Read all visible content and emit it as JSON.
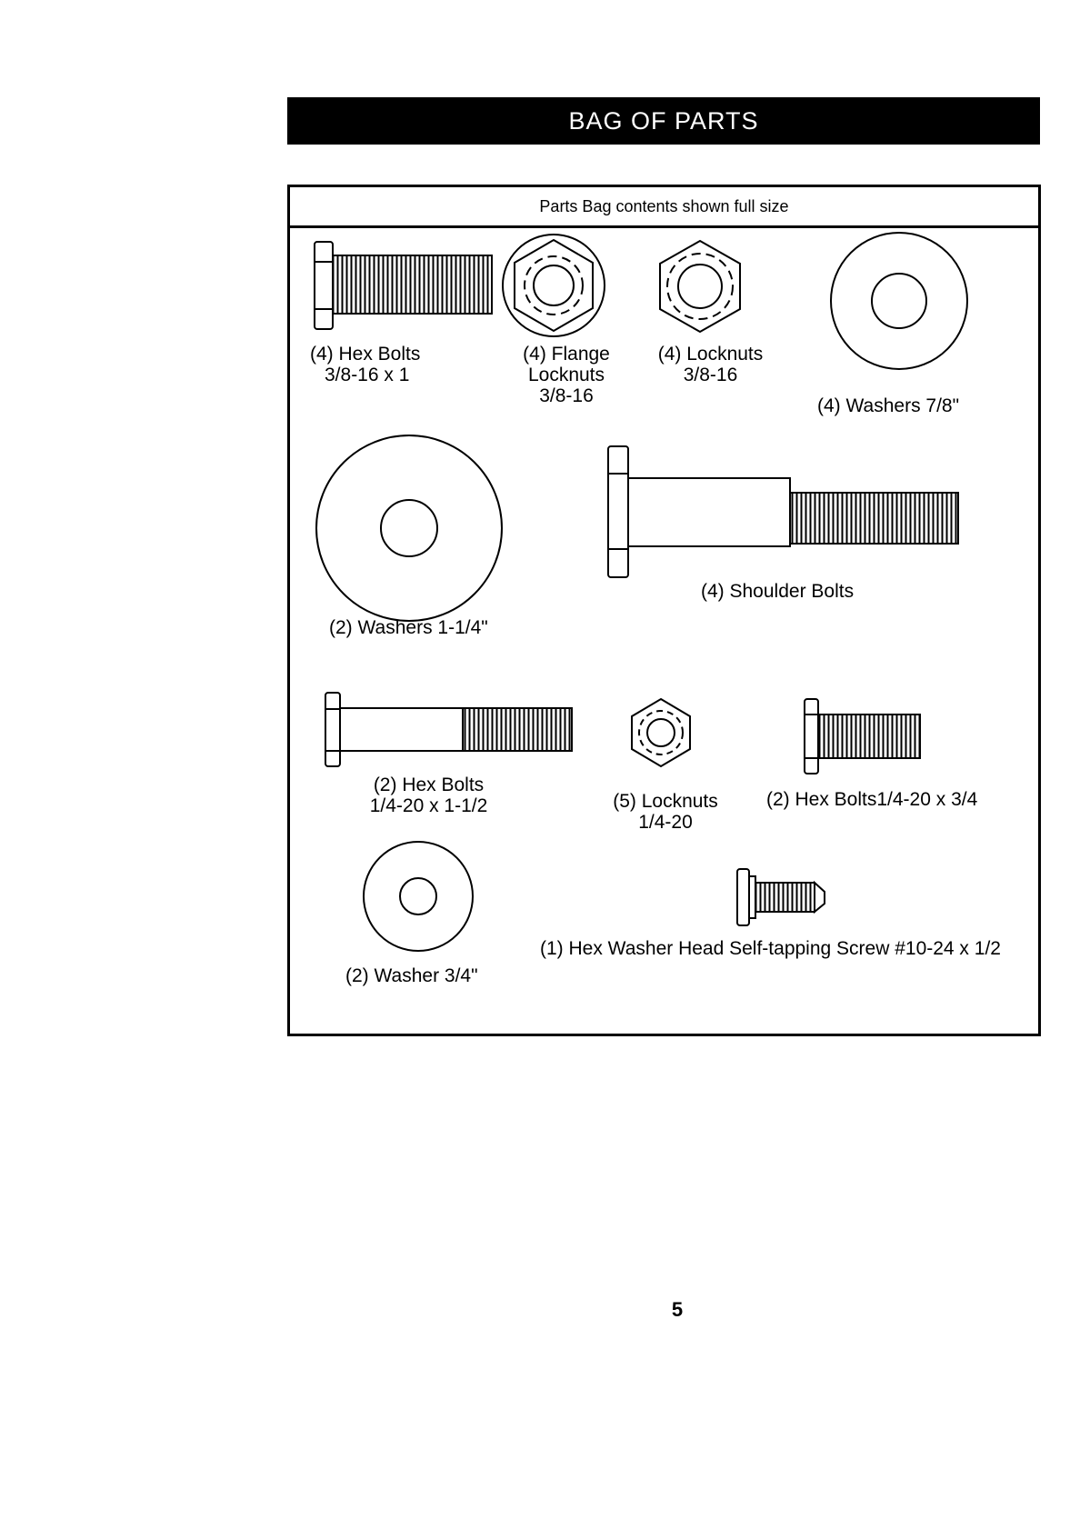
{
  "banner": {
    "title": "BAG OF PARTS"
  },
  "box": {
    "caption": "Parts Bag contents shown full size"
  },
  "parts": [
    {
      "icon": "hex-bolt-icon",
      "lines": [
        "(4) Hex Bolts",
        "3/8-16 x 1"
      ]
    },
    {
      "icon": "flange-locknut-icon",
      "lines": [
        "(4) Flange",
        "Locknuts",
        "3/8-16"
      ]
    },
    {
      "icon": "locknut-icon",
      "lines": [
        "(4) Locknuts",
        "3/8-16"
      ]
    },
    {
      "icon": "washer-icon",
      "lines": [
        "(4) Washers  7/8\""
      ]
    },
    {
      "icon": "washer-icon",
      "lines": [
        "(2) Washers 1-1/4\""
      ]
    },
    {
      "icon": "shoulder-bolt-icon",
      "lines": [
        "(4) Shoulder Bolts"
      ]
    },
    {
      "icon": "hex-bolt-icon",
      "lines": [
        "(2) Hex Bolts",
        "1/4-20 x 1-1/2"
      ]
    },
    {
      "icon": "locknut-icon",
      "lines": [
        "(5) Locknuts",
        "1/4-20"
      ]
    },
    {
      "icon": "hex-bolt-icon",
      "lines": [
        "(2) Hex Bolts1/4-20 x 3/4"
      ]
    },
    {
      "icon": "washer-icon",
      "lines": [
        "(2) Washer 3/4\""
      ]
    },
    {
      "icon": "self-tapping-screw-icon",
      "lines": [
        "(1) Hex Washer Head Self-tapping Screw #10-24 x 1/2"
      ]
    }
  ],
  "page": {
    "number": "5"
  }
}
